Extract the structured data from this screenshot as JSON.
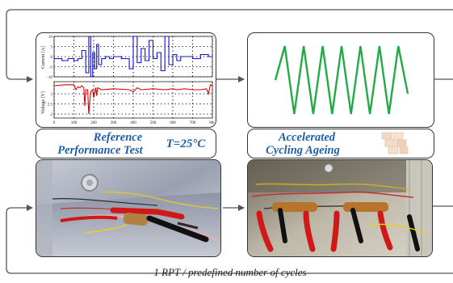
{
  "rpt": {
    "title_line1": "Reference",
    "title_line2": "Performance Test",
    "temperature": "T=25°C",
    "current_chart": {
      "ylabel": "Current [A]",
      "yticks": [
        "10",
        "5",
        "0",
        "-5",
        "-10"
      ]
    },
    "voltage_chart": {
      "ylabel": "Voltage [V]",
      "yticks": [
        "3",
        "2.5",
        "2"
      ]
    },
    "shared_xticks": [
      "0",
      "100",
      "200",
      "300",
      "400",
      "500",
      "600",
      "700",
      "800"
    ]
  },
  "ageing": {
    "title_line1": "Accelerated",
    "title_line2": "Cycling Ageing"
  },
  "loop_caption": "1 RPT / predefined number of cycles",
  "colors": {
    "current_series": "#1010cc",
    "voltage_series": "#e00000",
    "cycling_series": "#22aa44",
    "label_text": "#1f5fa8"
  },
  "chart_data": [
    {
      "type": "line",
      "title": "",
      "xlabel": "",
      "ylabel": "Current [A]",
      "xlim": [
        0,
        800
      ],
      "ylim": [
        -10,
        10
      ],
      "grid": true,
      "series": [
        {
          "x": [
            0,
            40,
            40,
            70,
            70,
            100,
            100,
            120,
            120,
            140,
            140,
            160,
            160,
            175,
            175,
            185,
            185,
            195,
            195,
            205,
            205,
            215,
            215,
            225,
            225,
            240,
            240,
            260,
            260,
            280,
            280,
            300,
            300,
            340,
            340,
            380,
            380,
            400,
            400,
            420,
            420,
            440,
            440,
            460,
            460,
            480,
            480,
            500,
            500,
            520,
            520,
            540,
            540,
            560,
            560,
            580,
            580,
            600,
            600,
            620,
            620,
            640,
            640,
            700,
            700,
            740,
            740,
            780,
            780,
            800
          ],
          "y": [
            -1,
            -1,
            -2,
            -2,
            -1,
            -1,
            -2,
            -2,
            -1,
            -1,
            3,
            3,
            -8,
            -8,
            10,
            10,
            -10,
            -10,
            2,
            2,
            -6,
            -6,
            6,
            6,
            -4,
            -4,
            -1,
            -1,
            0,
            0,
            -1,
            -1,
            0,
            0,
            -1,
            -1,
            -6,
            -6,
            10,
            10,
            -3,
            -3,
            4,
            4,
            -2,
            -2,
            8,
            8,
            -1,
            -1,
            2,
            2,
            -7,
            -7,
            10,
            10,
            -4,
            -4,
            1,
            1,
            -2,
            -2,
            0,
            0,
            -1,
            -1,
            1,
            1,
            0,
            0
          ]
        }
      ]
    },
    {
      "type": "line",
      "title": "",
      "xlabel": "",
      "ylabel": "Voltage [V]",
      "xlim": [
        0,
        800
      ],
      "ylim": [
        1.8,
        3.6
      ],
      "grid": true,
      "series": [
        {
          "x": [
            0,
            60,
            100,
            110,
            120,
            130,
            140,
            150,
            155,
            160,
            170,
            175,
            185,
            195,
            200,
            210,
            215,
            220,
            240,
            300,
            380,
            400,
            420,
            440,
            500,
            560,
            600,
            620,
            660,
            700,
            740,
            770,
            780,
            790,
            800
          ],
          "y": [
            3.4,
            3.45,
            3.45,
            3.2,
            3.35,
            3.3,
            3.4,
            3.3,
            2.4,
            3.2,
            3.2,
            2.0,
            3.1,
            3.2,
            2.8,
            3.3,
            2.9,
            3.3,
            3.2,
            3.25,
            3.2,
            3.1,
            3.3,
            3.2,
            3.25,
            3.2,
            3.25,
            3.2,
            3.25,
            3.2,
            3.2,
            3.25,
            3.0,
            3.45,
            3.4
          ]
        }
      ]
    },
    {
      "type": "line",
      "title": "",
      "xlabel": "",
      "ylabel": "",
      "series": [
        {
          "x": [
            0,
            1,
            2,
            3,
            4,
            5,
            6,
            7,
            8,
            9,
            10,
            11,
            12,
            13,
            14
          ],
          "y": [
            0.5,
            1,
            0,
            1,
            0,
            1,
            0,
            1,
            0,
            1,
            0,
            1,
            0,
            1,
            0.3
          ]
        }
      ]
    }
  ]
}
